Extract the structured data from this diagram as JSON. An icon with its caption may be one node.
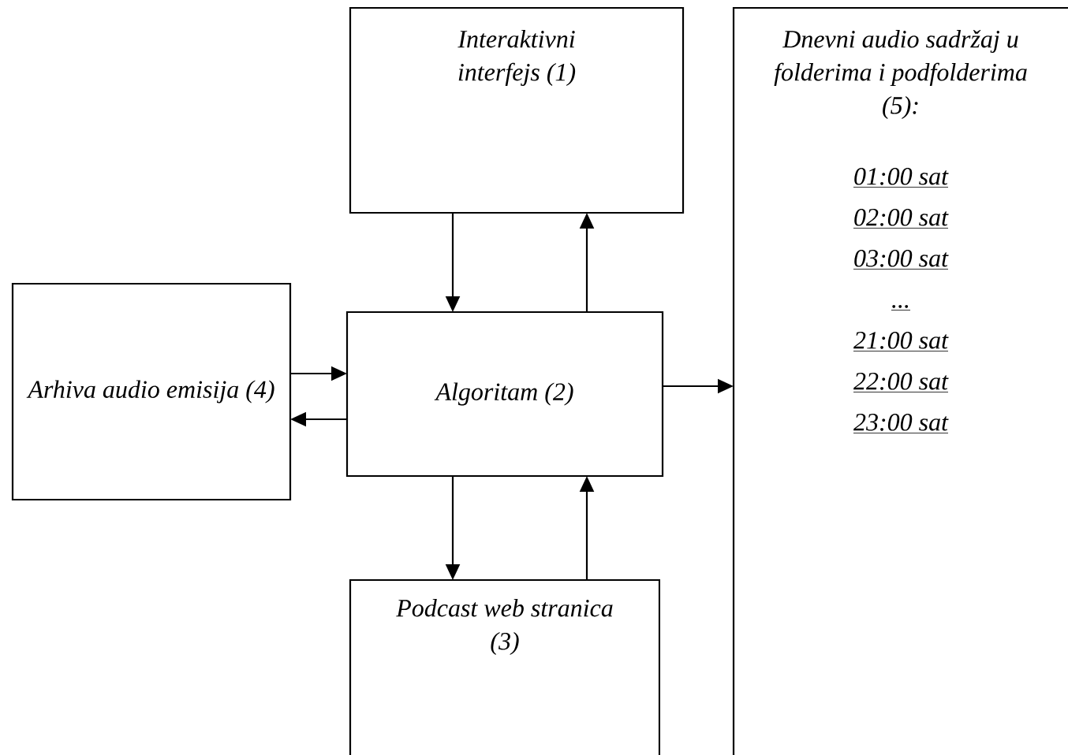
{
  "diagram": {
    "nodes": [
      {
        "text": [
          "Interaktivni interfejs (1)"
        ]
      },
      {
        "text": [
          "Arhiva audio emisija (4)"
        ]
      },
      {
        "text": [
          "Algoritam (2)"
        ]
      },
      {
        "text": [
          "Podcast web stranica (3)"
        ]
      },
      {
        "text": [
          "Dnevni audio sadržaj u folderima i podfolderima (5):",
          "01:00 sat",
          "02:00 sat",
          "03:00 sat",
          "...",
          "21:00 sat",
          "22:00 sat",
          "23:00 sat"
        ]
      }
    ],
    "edges": [
      {
        "from": 0,
        "to": 2,
        "arrow": "to"
      },
      {
        "from": 2,
        "to": 0,
        "arrow": "to"
      },
      {
        "from": 1,
        "to": 2,
        "arrow": "to"
      },
      {
        "from": 2,
        "to": 1,
        "arrow": "to"
      },
      {
        "from": 2,
        "to": 3,
        "arrow": "to"
      },
      {
        "from": 3,
        "to": 2,
        "arrow": "to"
      },
      {
        "from": 2,
        "to": 4,
        "arrow": "to"
      }
    ]
  }
}
